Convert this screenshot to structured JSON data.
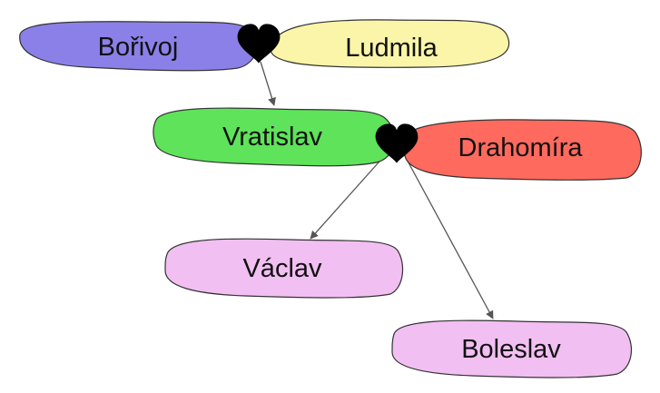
{
  "people": {
    "borivoj": {
      "name": "Bořivoj",
      "color": "#8B80E8"
    },
    "ludmila": {
      "name": "Ludmila",
      "color": "#FAF5A8"
    },
    "vratislav": {
      "name": "Vratislav",
      "color": "#5EE35A"
    },
    "drahomira": {
      "name": "Drahomíra",
      "color": "#FF6A5E"
    },
    "vaclav": {
      "name": "Václav",
      "color": "#F2BFF2"
    },
    "boleslav": {
      "name": "Boleslav",
      "color": "#F2BFF2"
    }
  },
  "marriages": [
    {
      "partners": [
        "Bořivoj",
        "Ludmila"
      ],
      "children": [
        "Vratislav"
      ]
    },
    {
      "partners": [
        "Vratislav",
        "Drahomíra"
      ],
      "children": [
        "Václav",
        "Boleslav"
      ]
    }
  ],
  "icons": {
    "marriage_symbol": "heart-icon"
  }
}
